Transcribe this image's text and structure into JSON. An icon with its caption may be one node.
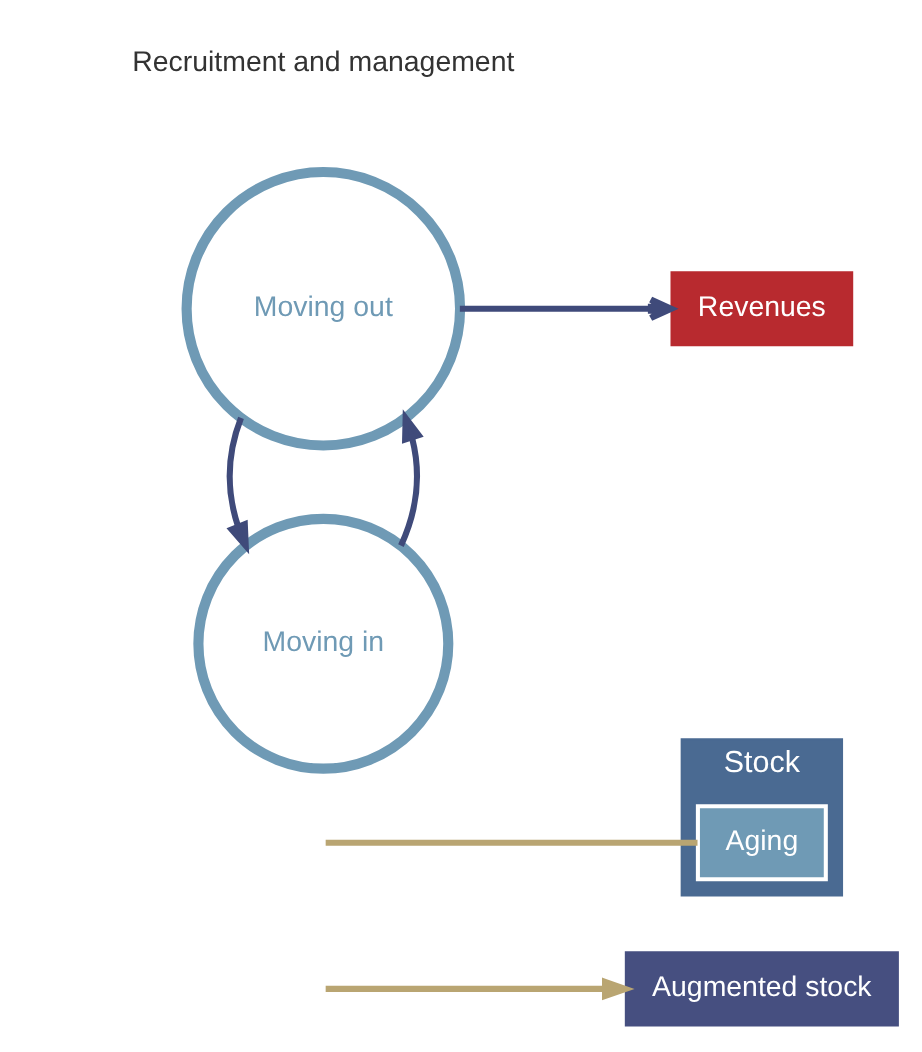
{
  "diagram": {
    "nodes": [
      {
        "text": [
          "Augmented stock"
        ]
      },
      {
        "text": [
          "Stock"
        ]
      },
      {
        "text": [
          "Aging"
        ],
        "in": 1
      },
      {
        "text": [
          "Moving in"
        ]
      },
      {
        "text": [
          "Moving out"
        ]
      },
      {
        "text": [
          "Revenues"
        ]
      }
    ],
    "edges": [
      {
        "from": null,
        "to": 0,
        "arrow": "to",
        "color": "#b9a572"
      },
      {
        "from": null,
        "to": 2,
        "arrow": "none",
        "color": "#b9a572"
      },
      {
        "from": 3,
        "to": 4,
        "arrow": "to"
      },
      {
        "from": 4,
        "to": 3,
        "arrow": "to"
      },
      {
        "from": 4,
        "to": 5,
        "arrow": "to"
      }
    ],
    "labels": [
      "Recruitment and management"
    ]
  }
}
